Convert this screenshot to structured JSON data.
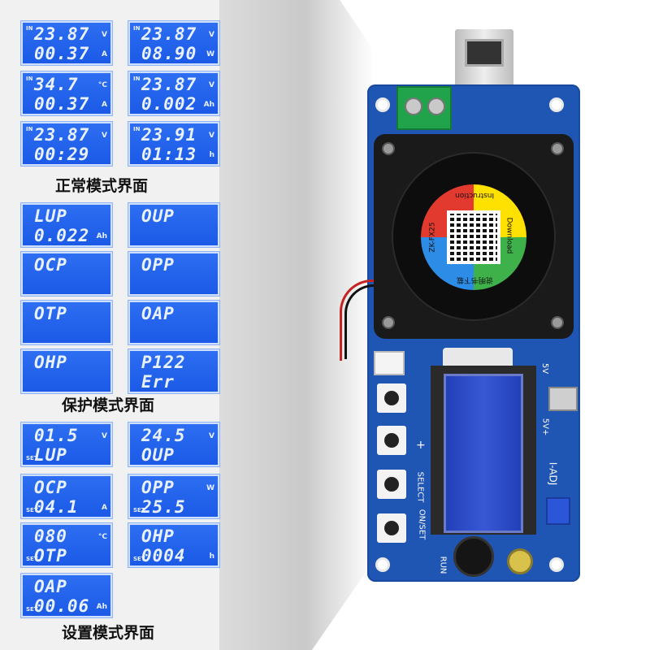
{
  "captions": {
    "normal": "正常模式界面",
    "protect": "保护模式界面",
    "setting": "设置模式界面"
  },
  "screens": [
    {
      "l1": "23.87",
      "u1": "V",
      "l2": "00.37",
      "u2": "A",
      "tag": "IN"
    },
    {
      "l1": "23.87",
      "u1": "V",
      "l2": "08.90",
      "u2": "W",
      "tag": "IN"
    },
    {
      "l1": "34.7",
      "u1": "°C",
      "l2": "00.37",
      "u2": "A",
      "tag": "IN"
    },
    {
      "l1": "23.87",
      "u1": "V",
      "l2": "0.002",
      "u2": "Ah",
      "tag": "IN"
    },
    {
      "l1": "23.87",
      "u1": "V",
      "l2": "00:29",
      "u2": "",
      "tag": "IN"
    },
    {
      "l1": "23.91",
      "u1": "V",
      "l2": "01:13",
      "u2": "h",
      "tag": "IN"
    },
    {
      "l1": "LUP",
      "u1": "",
      "l2": "0.022",
      "u2": "Ah",
      "tag": ""
    },
    {
      "l1": "OUP",
      "u1": "",
      "l2": "",
      "u2": "",
      "tag": ""
    },
    {
      "l1": "OCP",
      "u1": "",
      "l2": "",
      "u2": "",
      "tag": ""
    },
    {
      "l1": "OPP",
      "u1": "",
      "l2": "",
      "u2": "",
      "tag": ""
    },
    {
      "l1": "OTP",
      "u1": "",
      "l2": "",
      "u2": "",
      "tag": ""
    },
    {
      "l1": "OAP",
      "u1": "",
      "l2": "",
      "u2": "",
      "tag": ""
    },
    {
      "l1": "OHP",
      "u1": "",
      "l2": "",
      "u2": "",
      "tag": ""
    },
    {
      "l1": "P122",
      "u1": "",
      "l2": "Err",
      "u2": "",
      "tag": ""
    },
    {
      "l1": "01.5",
      "u1": "V",
      "l2": "LUP",
      "u2": "",
      "tag": "SET"
    },
    {
      "l1": "24.5",
      "u1": "V",
      "l2": "OUP",
      "u2": "",
      "tag": ""
    },
    {
      "l1": "OCP",
      "u1": "",
      "l2": "04.1",
      "u2": "A",
      "tag": "SET"
    },
    {
      "l1": "OPP",
      "u1": "W",
      "l2": "25.5",
      "u2": "",
      "tag": "SET"
    },
    {
      "l1": "080",
      "u1": "°C",
      "l2": "OTP",
      "u2": "",
      "tag": "SET"
    },
    {
      "l1": "OHP",
      "u1": "",
      "l2": "0004",
      "u2": "h",
      "tag": "SET"
    },
    {
      "l1": "OAP",
      "u1": "",
      "l2": "00.06",
      "u2": "Ah",
      "tag": "SET"
    }
  ],
  "fan_label": {
    "model": "ZK-FX25",
    "top": "Instruction",
    "right": "Download",
    "bottom": "说明书下载"
  },
  "board_silk": {
    "v5": "5V",
    "v5p": "5V+",
    "select": "SELECT",
    "onset": "ON/SET",
    "run": "RUN",
    "iadj": "I-ADJ",
    "plus": "+"
  }
}
